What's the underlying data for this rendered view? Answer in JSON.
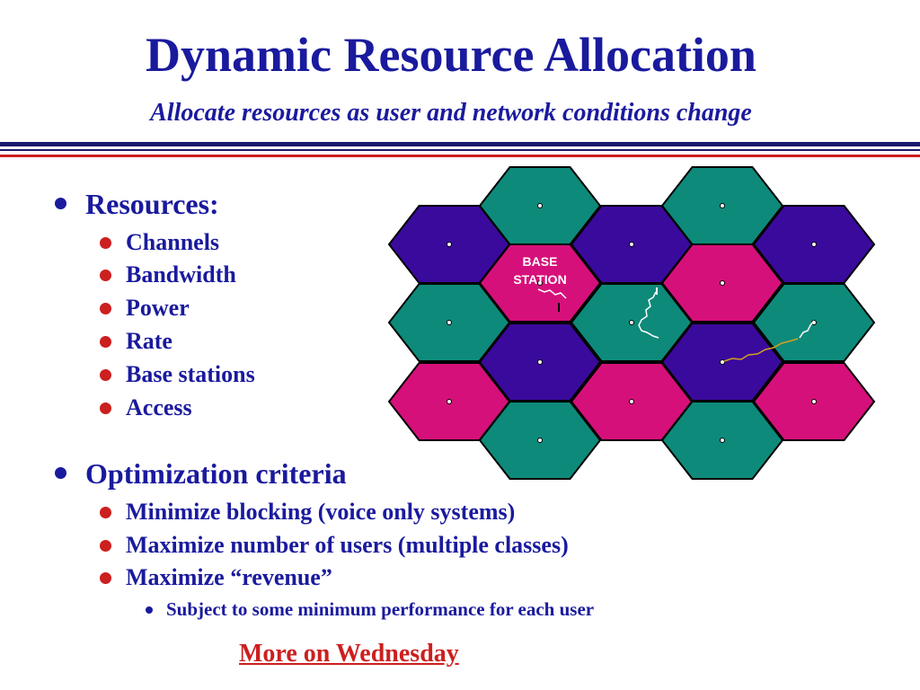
{
  "slide": {
    "title": "Dynamic Resource Allocation",
    "subtitle": "Allocate resources as user and network conditions change"
  },
  "bullets": {
    "resources": {
      "label": "Resources:",
      "items": [
        "Channels",
        "Bandwidth",
        "Power",
        "Rate",
        "Base stations",
        "Access"
      ]
    },
    "criteria": {
      "label": "Optimization criteria",
      "items": [
        "Minimize blocking (voice only systems)",
        "Maximize number of users (multiple classes)",
        "Maximize “revenue”"
      ],
      "sub_item": "Subject to some minimum performance for each user"
    }
  },
  "footer_link": "More on Wednesday",
  "diagram": {
    "base_station_label": [
      "BASE",
      "STATION"
    ],
    "colors": {
      "teal": "#0e8a7a",
      "purple": "#3a0a9c",
      "magenta": "#d6107a",
      "navy": "#1a1a9e",
      "red": "#cc1f1f"
    }
  }
}
